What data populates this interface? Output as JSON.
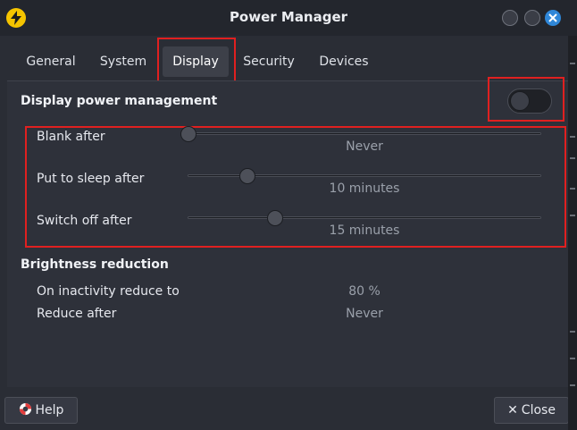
{
  "window": {
    "title": "Power Manager"
  },
  "tabs": [
    {
      "label": "General",
      "active": false
    },
    {
      "label": "System",
      "active": false
    },
    {
      "label": "Display",
      "active": true
    },
    {
      "label": "Security",
      "active": false
    },
    {
      "label": "Devices",
      "active": false
    }
  ],
  "display": {
    "section_title": "Display power management",
    "toggle_on": false,
    "sliders": [
      {
        "label": "Blank after",
        "value": "Never",
        "position": 0.0
      },
      {
        "label": "Put to sleep after",
        "value": "10 minutes",
        "position": 0.17
      },
      {
        "label": "Switch off after",
        "value": "15 minutes",
        "position": 0.25
      }
    ]
  },
  "brightness": {
    "section_title": "Brightness reduction",
    "rows": [
      {
        "label": "On inactivity reduce to",
        "value": "80 %"
      },
      {
        "label": "Reduce after",
        "value": "Never"
      }
    ]
  },
  "footer": {
    "help_label": "Help",
    "close_label": "Close"
  },
  "colors": {
    "highlight": "#e02020",
    "close_button": "#2f87d8",
    "app_icon": "#f5c400"
  }
}
